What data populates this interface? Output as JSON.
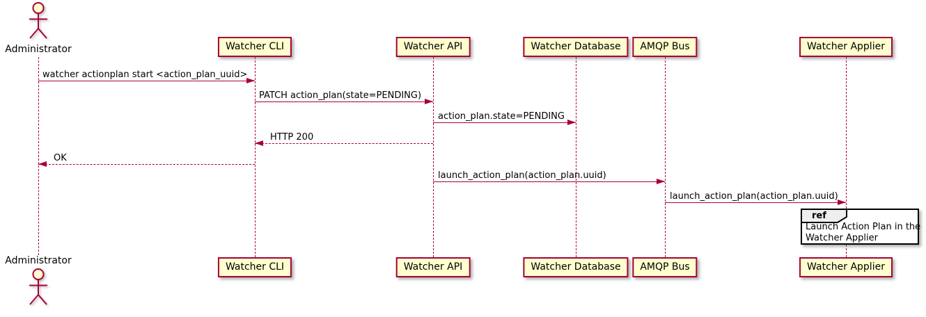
{
  "colors": {
    "accent": "#A80036",
    "participant_fill": "#FEFECE",
    "ref_header_fill": "#EEEEEE",
    "text": "#000000"
  },
  "actor": {
    "name": "Administrator"
  },
  "participants": [
    {
      "label": "Watcher CLI"
    },
    {
      "label": "Watcher API"
    },
    {
      "label": "Watcher Database"
    },
    {
      "label": "AMQP Bus"
    },
    {
      "label": "Watcher Applier"
    }
  ],
  "messages": [
    {
      "from": "Administrator",
      "to": "Watcher CLI",
      "label": "watcher actionplan start <action_plan_uuid>",
      "line": "solid",
      "direction": "right"
    },
    {
      "from": "Watcher CLI",
      "to": "Watcher API",
      "label": "PATCH action_plan(state=PENDING)",
      "line": "solid",
      "direction": "right"
    },
    {
      "from": "Watcher API",
      "to": "Watcher Database",
      "label": "action_plan.state=PENDING",
      "line": "solid",
      "direction": "right"
    },
    {
      "from": "Watcher API",
      "to": "Watcher CLI",
      "label": "HTTP 200",
      "line": "dashed",
      "direction": "left"
    },
    {
      "from": "Watcher CLI",
      "to": "Administrator",
      "label": "OK",
      "line": "dashed",
      "direction": "left"
    },
    {
      "from": "Watcher API",
      "to": "AMQP Bus",
      "label": "launch_action_plan(action_plan.uuid)",
      "line": "solid",
      "direction": "right"
    },
    {
      "from": "AMQP Bus",
      "to": "Watcher Applier",
      "label": "launch_action_plan(action_plan.uuid)",
      "line": "solid",
      "direction": "right"
    }
  ],
  "ref": {
    "keyword": "ref",
    "line1": "Launch Action Plan in the",
    "line2": "Watcher Applier",
    "over": "Watcher Applier"
  }
}
